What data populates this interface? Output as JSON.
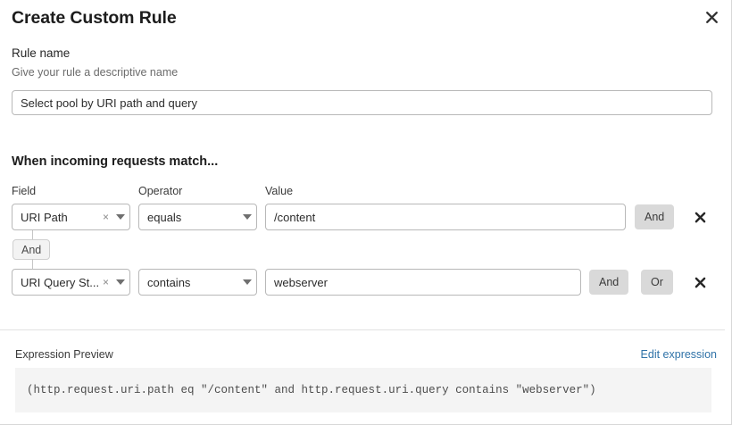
{
  "dialog": {
    "title": "Create Custom Rule",
    "close_icon": "close-icon"
  },
  "rule_name": {
    "label": "Rule name",
    "hint": "Give your rule a descriptive name",
    "value": "Select pool by URI path and query",
    "placeholder": "Rule name"
  },
  "match_section": {
    "heading": "When incoming requests match...",
    "columns": {
      "field": "Field",
      "operator": "Operator",
      "value": "Value"
    },
    "connector_label": "And",
    "rows": [
      {
        "field": "URI Path",
        "operator": "equals",
        "value": "/content",
        "clear_icon": "×",
        "caret_icon": "chevron-down-icon",
        "and_label": "And",
        "or_label": "Or",
        "show_or": false,
        "remove_icon": "close-icon"
      },
      {
        "field": "URI Query St...",
        "operator": "contains",
        "value": "webserver",
        "clear_icon": "×",
        "caret_icon": "chevron-down-icon",
        "and_label": "And",
        "or_label": "Or",
        "show_or": true,
        "remove_icon": "close-icon"
      }
    ]
  },
  "expression_preview": {
    "label": "Expression Preview",
    "edit_link": "Edit expression",
    "code": "(http.request.uri.path eq \"/content\" and http.request.uri.query contains \"webserver\")"
  },
  "colors": {
    "link": "#3073a8",
    "button_bg": "#d9d9d9",
    "code_bg": "#f4f4f4",
    "border": "#b8b8b8"
  }
}
